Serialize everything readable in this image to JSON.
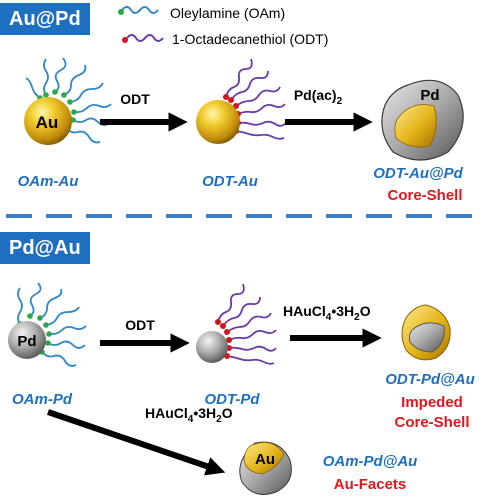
{
  "panels": {
    "top": {
      "title": "Au@Pd"
    },
    "bottom": {
      "title": "Pd@Au"
    }
  },
  "legend": {
    "oam": "Oleylamine (OAm)",
    "odt": "1-Octadecanethiol (ODT)"
  },
  "particles": {
    "au": "Au",
    "pd": "Pd"
  },
  "reagents": {
    "odt": "ODT",
    "pd_ac": "Pd(ac)",
    "pd_ac_sub": "2",
    "haucl4": "HAuCl",
    "haucl4_sub": "4",
    "haucl4_tail": "•3H",
    "haucl4_sub2": "2",
    "haucl4_end": "O"
  },
  "labels": {
    "oam_au": "OAm-Au",
    "odt_au": "ODT-Au",
    "odt_au_pd": "ODT-Au@Pd",
    "core_shell": "Core-Shell",
    "oam_pd": "OAm-Pd",
    "odt_pd": "ODT-Pd",
    "odt_pd_au": "ODT-Pd@Au",
    "impeded": "Impeded",
    "impeded_cs": "Core-Shell",
    "oam_pd_au": "OAm-Pd@Au",
    "au_facets": "Au-Facets"
  },
  "colors": {
    "tag": "#1f6fc0",
    "label_blue": "#1f6fc0",
    "label_red": "#e0161e",
    "divider": "#3f7fc8",
    "oam_chain": "#2f86c8",
    "oam_head": "#2aa84a",
    "odt_chain": "#6a3aa8",
    "odt_head": "#d0161e",
    "gold": "#e1b318",
    "palladium": "#8e8e8e"
  }
}
